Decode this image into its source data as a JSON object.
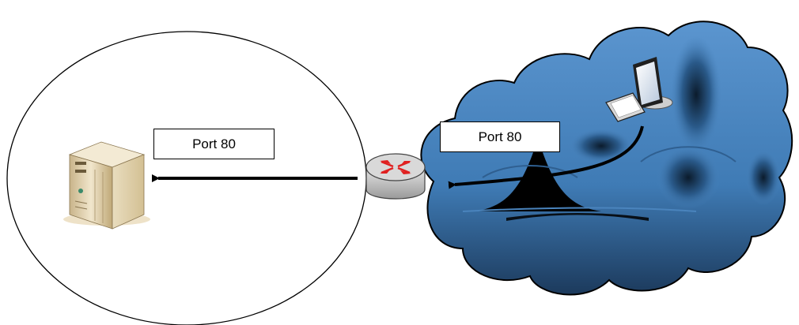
{
  "labels": {
    "internal_port": "Port 80",
    "external_port": "Port 80"
  },
  "icons": {
    "server": "server-tower-icon",
    "router": "router-icon",
    "workstation": "computer-workstation-icon",
    "internet": "internet-cloud"
  },
  "colors": {
    "cloud_fill": "#4a84bd",
    "cloud_dark": "#1b3554",
    "router_arrows": "#e02020",
    "server_body": "#e8d8b4",
    "arrow": "#000000"
  }
}
